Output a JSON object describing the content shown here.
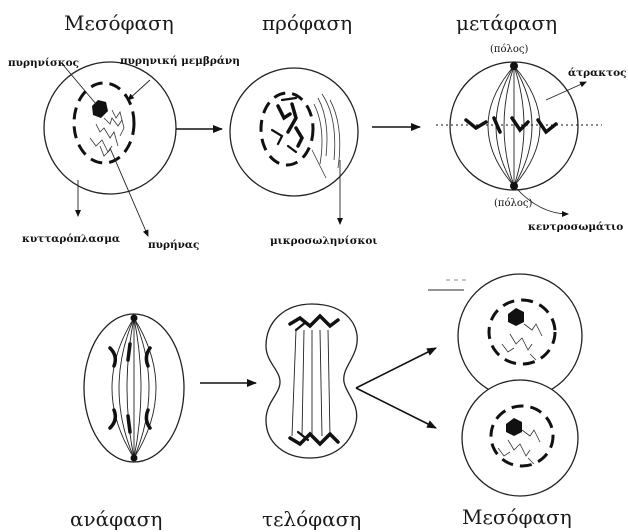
{
  "diagram": {
    "top_row": {
      "interphase_title": "Μεσόφαση",
      "prophase_title": "πρόφαση",
      "metaphase_title": "μετάφαση"
    },
    "bottom_row": {
      "anaphase_title": "ανάφαση",
      "telophase_title": "τελόφαση",
      "interphase_title": "Μεσόφαση"
    },
    "labels": {
      "nucleolus": "πυρηνίσκος",
      "nuclear_membrane": "πυρηνική μεμβράνη",
      "cytoplasm": "κυτταρόπλασμα",
      "nucleus": "πυρήνας",
      "microtubules": "μικροσωληνίσκοι",
      "pole_top": "(πόλος)",
      "pole_bottom": "(πόλος)",
      "spindle": "άτρακτος",
      "centrosome": "κεντροσωμάτιο"
    }
  }
}
